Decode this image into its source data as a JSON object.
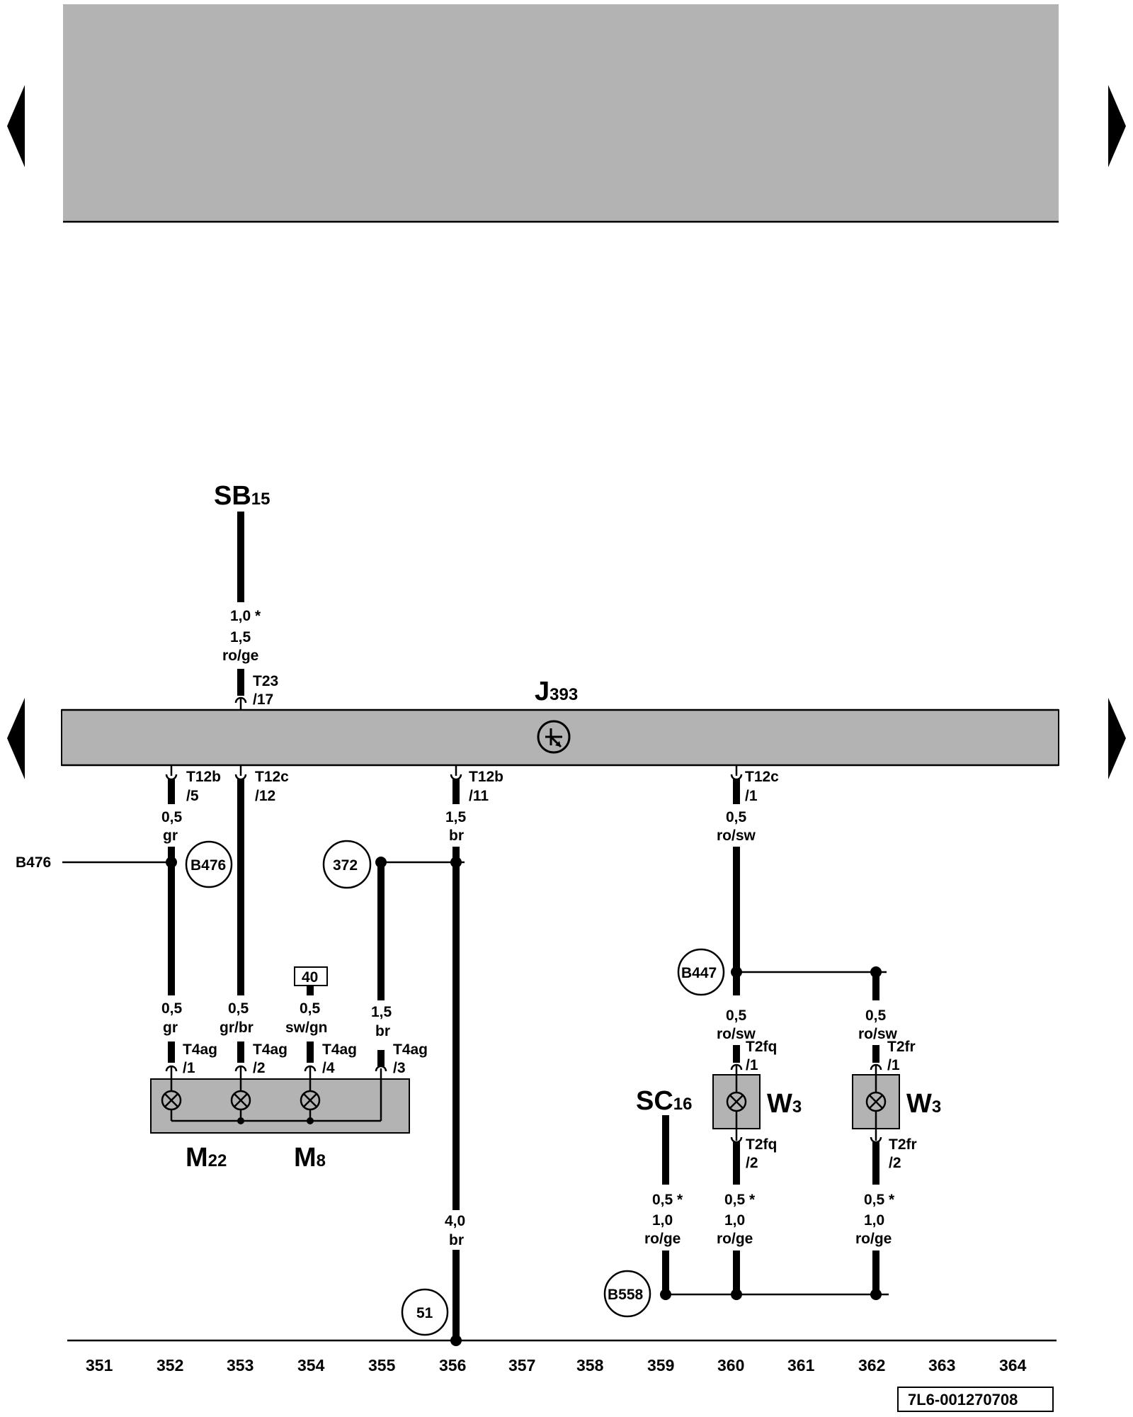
{
  "nav": {
    "prev_arrow": "◀",
    "next_arrow": "▶"
  },
  "colors": {
    "component_fill": "#b3b3b3",
    "line": "#000000",
    "background": "#ffffff"
  },
  "components": {
    "sb": {
      "main": "SB",
      "sub": "15"
    },
    "j393": {
      "main": "J",
      "sub": "393"
    },
    "m22": {
      "main": "M",
      "sub": "22"
    },
    "m8": {
      "main": "M",
      "sub": "8"
    },
    "sc16": {
      "main": "SC",
      "sub": "16"
    },
    "w3_left": {
      "main": "W",
      "sub": "3"
    },
    "w3_right": {
      "main": "W",
      "sub": "3"
    }
  },
  "wire_labels": {
    "sb_star": "1,0",
    "sb_size": "1,5",
    "sb_color": "ro/ge",
    "t23_conn": "T23",
    "t23_pin": "/17",
    "t12b5_conn": "T12b",
    "t12b5_pin": "/5",
    "t12c12_conn": "T12c",
    "t12c12_pin": "/12",
    "t12b11_conn": "T12b",
    "t12b11_pin": "/11",
    "t12c1_conn": "T12c",
    "t12c1_pin": "/1",
    "w352_size": "0,5",
    "w352_color": "gr",
    "w356_size": "1,5",
    "w356_color": "br",
    "w360_size": "0,5",
    "w360_color": "ro/sw",
    "m352_size": "0,5",
    "m352_color": "gr",
    "m353_size": "0,5",
    "m353_color": "gr/br",
    "m354_size": "0,5",
    "m354_color": "sw/gn",
    "m355_size": "1,5",
    "m355_color": "br",
    "t4ag1_conn": "T4ag",
    "t4ag1_pin": "/1",
    "t4ag2_conn": "T4ag",
    "t4ag2_pin": "/2",
    "t4ag4_conn": "T4ag",
    "t4ag4_pin": "/4",
    "t4ag3_conn": "T4ag",
    "t4ag3_pin": "/3",
    "g356_size": "4,0",
    "g356_color": "br",
    "w360b_size": "0,5",
    "w360b_color": "ro/sw",
    "w362b_size": "0,5",
    "w362b_color": "ro/sw",
    "t2fq1_conn": "T2fq",
    "t2fq1_pin": "/1",
    "t2fr1_conn": "T2fr",
    "t2fr1_pin": "/1",
    "t2fq2_conn": "T2fq",
    "t2fq2_pin": "/2",
    "t2fr2_conn": "T2fr",
    "t2fr2_pin": "/2",
    "l359_star": "0,5",
    "l359_size": "1,0",
    "l359_color": "ro/ge",
    "l360_star": "0,5",
    "l360_size": "1,0",
    "l360_color": "ro/ge",
    "l362_star": "0,5",
    "l362_size": "1,0",
    "l362_color": "ro/ge",
    "star": "*"
  },
  "refs": {
    "b476_left": "B476",
    "b476_circle": "B476",
    "c372": "372",
    "box40": "40",
    "b447": "B447",
    "b558": "B558",
    "c51": "51"
  },
  "track_numbers": [
    "351",
    "352",
    "353",
    "354",
    "355",
    "356",
    "357",
    "358",
    "359",
    "360",
    "361",
    "362",
    "363",
    "364"
  ],
  "diagram_id": "7L6-001270708"
}
